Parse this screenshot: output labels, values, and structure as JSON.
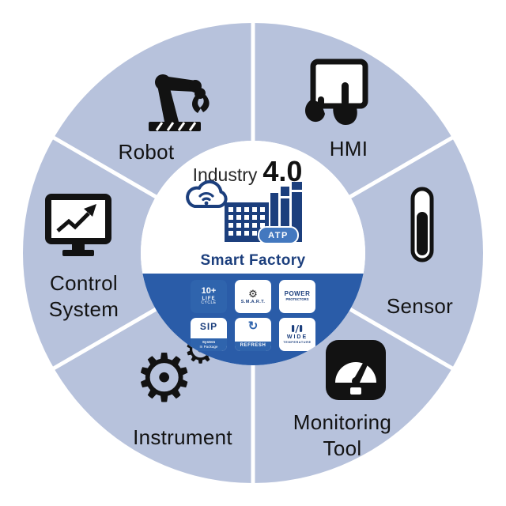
{
  "diagram": {
    "center": {
      "industry_label": "Industry",
      "version_label": "4.0",
      "smart_factory_label": "Smart Factory",
      "atp_label": "ATP"
    },
    "segments": [
      {
        "id": "robot",
        "label": "Robot",
        "lines": [
          "Robot"
        ]
      },
      {
        "id": "hmi",
        "label": "HMI",
        "lines": [
          "HMI"
        ]
      },
      {
        "id": "sensor",
        "label": "Sensor",
        "lines": [
          "Sensor"
        ]
      },
      {
        "id": "monitoring-tool",
        "label": "Monitoring Tool",
        "lines": [
          "Monitoring",
          "Tool"
        ]
      },
      {
        "id": "instrument",
        "label": "Instrument",
        "lines": [
          "Instrument"
        ]
      },
      {
        "id": "control-system",
        "label": "Control System",
        "lines": [
          "Control",
          "System"
        ]
      }
    ],
    "badges": [
      {
        "id": "life-cycle",
        "lines": [
          "10+",
          "LIFE",
          "CYCLE"
        ]
      },
      {
        "id": "smart",
        "lines": [
          "S.M.A.R.T."
        ]
      },
      {
        "id": "power-protectors",
        "lines": [
          "POWER",
          "PROTECTORS"
        ]
      },
      {
        "id": "sip",
        "lines": [
          "SIP",
          "System",
          "In Package"
        ]
      },
      {
        "id": "refresh",
        "lines": [
          "REFRESH"
        ]
      },
      {
        "id": "wide-temperature",
        "lines": [
          "WIDE",
          "TEMPERATURE"
        ]
      }
    ]
  },
  "icons": {
    "gear": "⚙",
    "refresh": "↻"
  },
  "colors": {
    "ring": "#b7c2dc",
    "divider": "#ffffff",
    "band": "#2a5ca8",
    "navy": "#1c3f7d",
    "badge-blue": "#2f64ad",
    "atp": "#4378bf",
    "icon": "#121212",
    "label": "#131313"
  }
}
